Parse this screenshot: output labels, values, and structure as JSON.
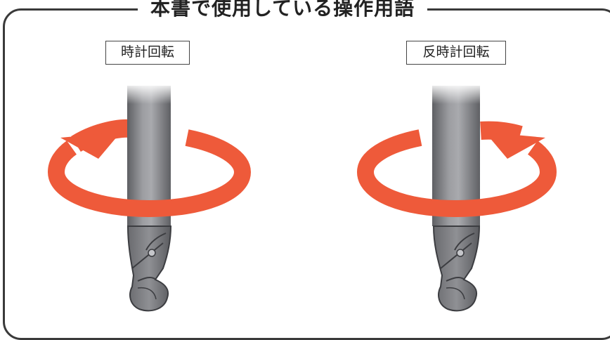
{
  "title": "本書で使用している操作用語",
  "items": [
    {
      "label": "時計回転",
      "direction": "clockwise"
    },
    {
      "label": "反時計回転",
      "direction": "counterclockwise"
    }
  ],
  "colors": {
    "arrow": "#ee5a3a",
    "shaft": "#8a8b8f",
    "frame": "#3a3a3a"
  }
}
